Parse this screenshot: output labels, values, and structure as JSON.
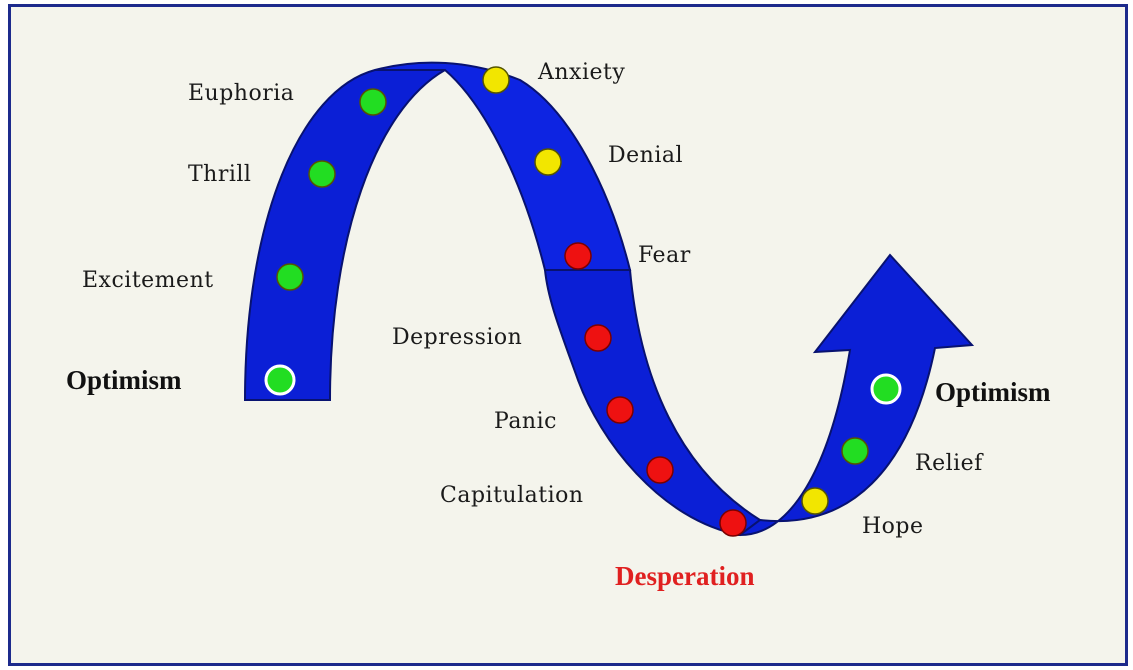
{
  "colors": {
    "ribbon": "#0b1fd6",
    "ribbon_edge": "#081270",
    "frame": "#1c2a8c",
    "background": "#f4f4ec",
    "dot_green": "#22dd22",
    "dot_yellow": "#f2e600",
    "dot_red": "#ee1111",
    "desperation_text": "#e02020"
  },
  "stages": [
    {
      "label": "Optimism",
      "color": "green",
      "emphasis": true
    },
    {
      "label": "Excitement",
      "color": "green"
    },
    {
      "label": "Thrill",
      "color": "green"
    },
    {
      "label": "Euphoria",
      "color": "green"
    },
    {
      "label": "Anxiety",
      "color": "yellow"
    },
    {
      "label": "Denial",
      "color": "yellow"
    },
    {
      "label": "Fear",
      "color": "red"
    },
    {
      "label": "Depression",
      "color": "red"
    },
    {
      "label": "Panic",
      "color": "red"
    },
    {
      "label": "Capitulation",
      "color": "red"
    },
    {
      "label": "Desperation",
      "color": "red",
      "emphasis": true
    },
    {
      "label": "Hope",
      "color": "yellow"
    },
    {
      "label": "Relief",
      "color": "green"
    },
    {
      "label": "Optimism",
      "color": "green",
      "emphasis": true
    }
  ]
}
